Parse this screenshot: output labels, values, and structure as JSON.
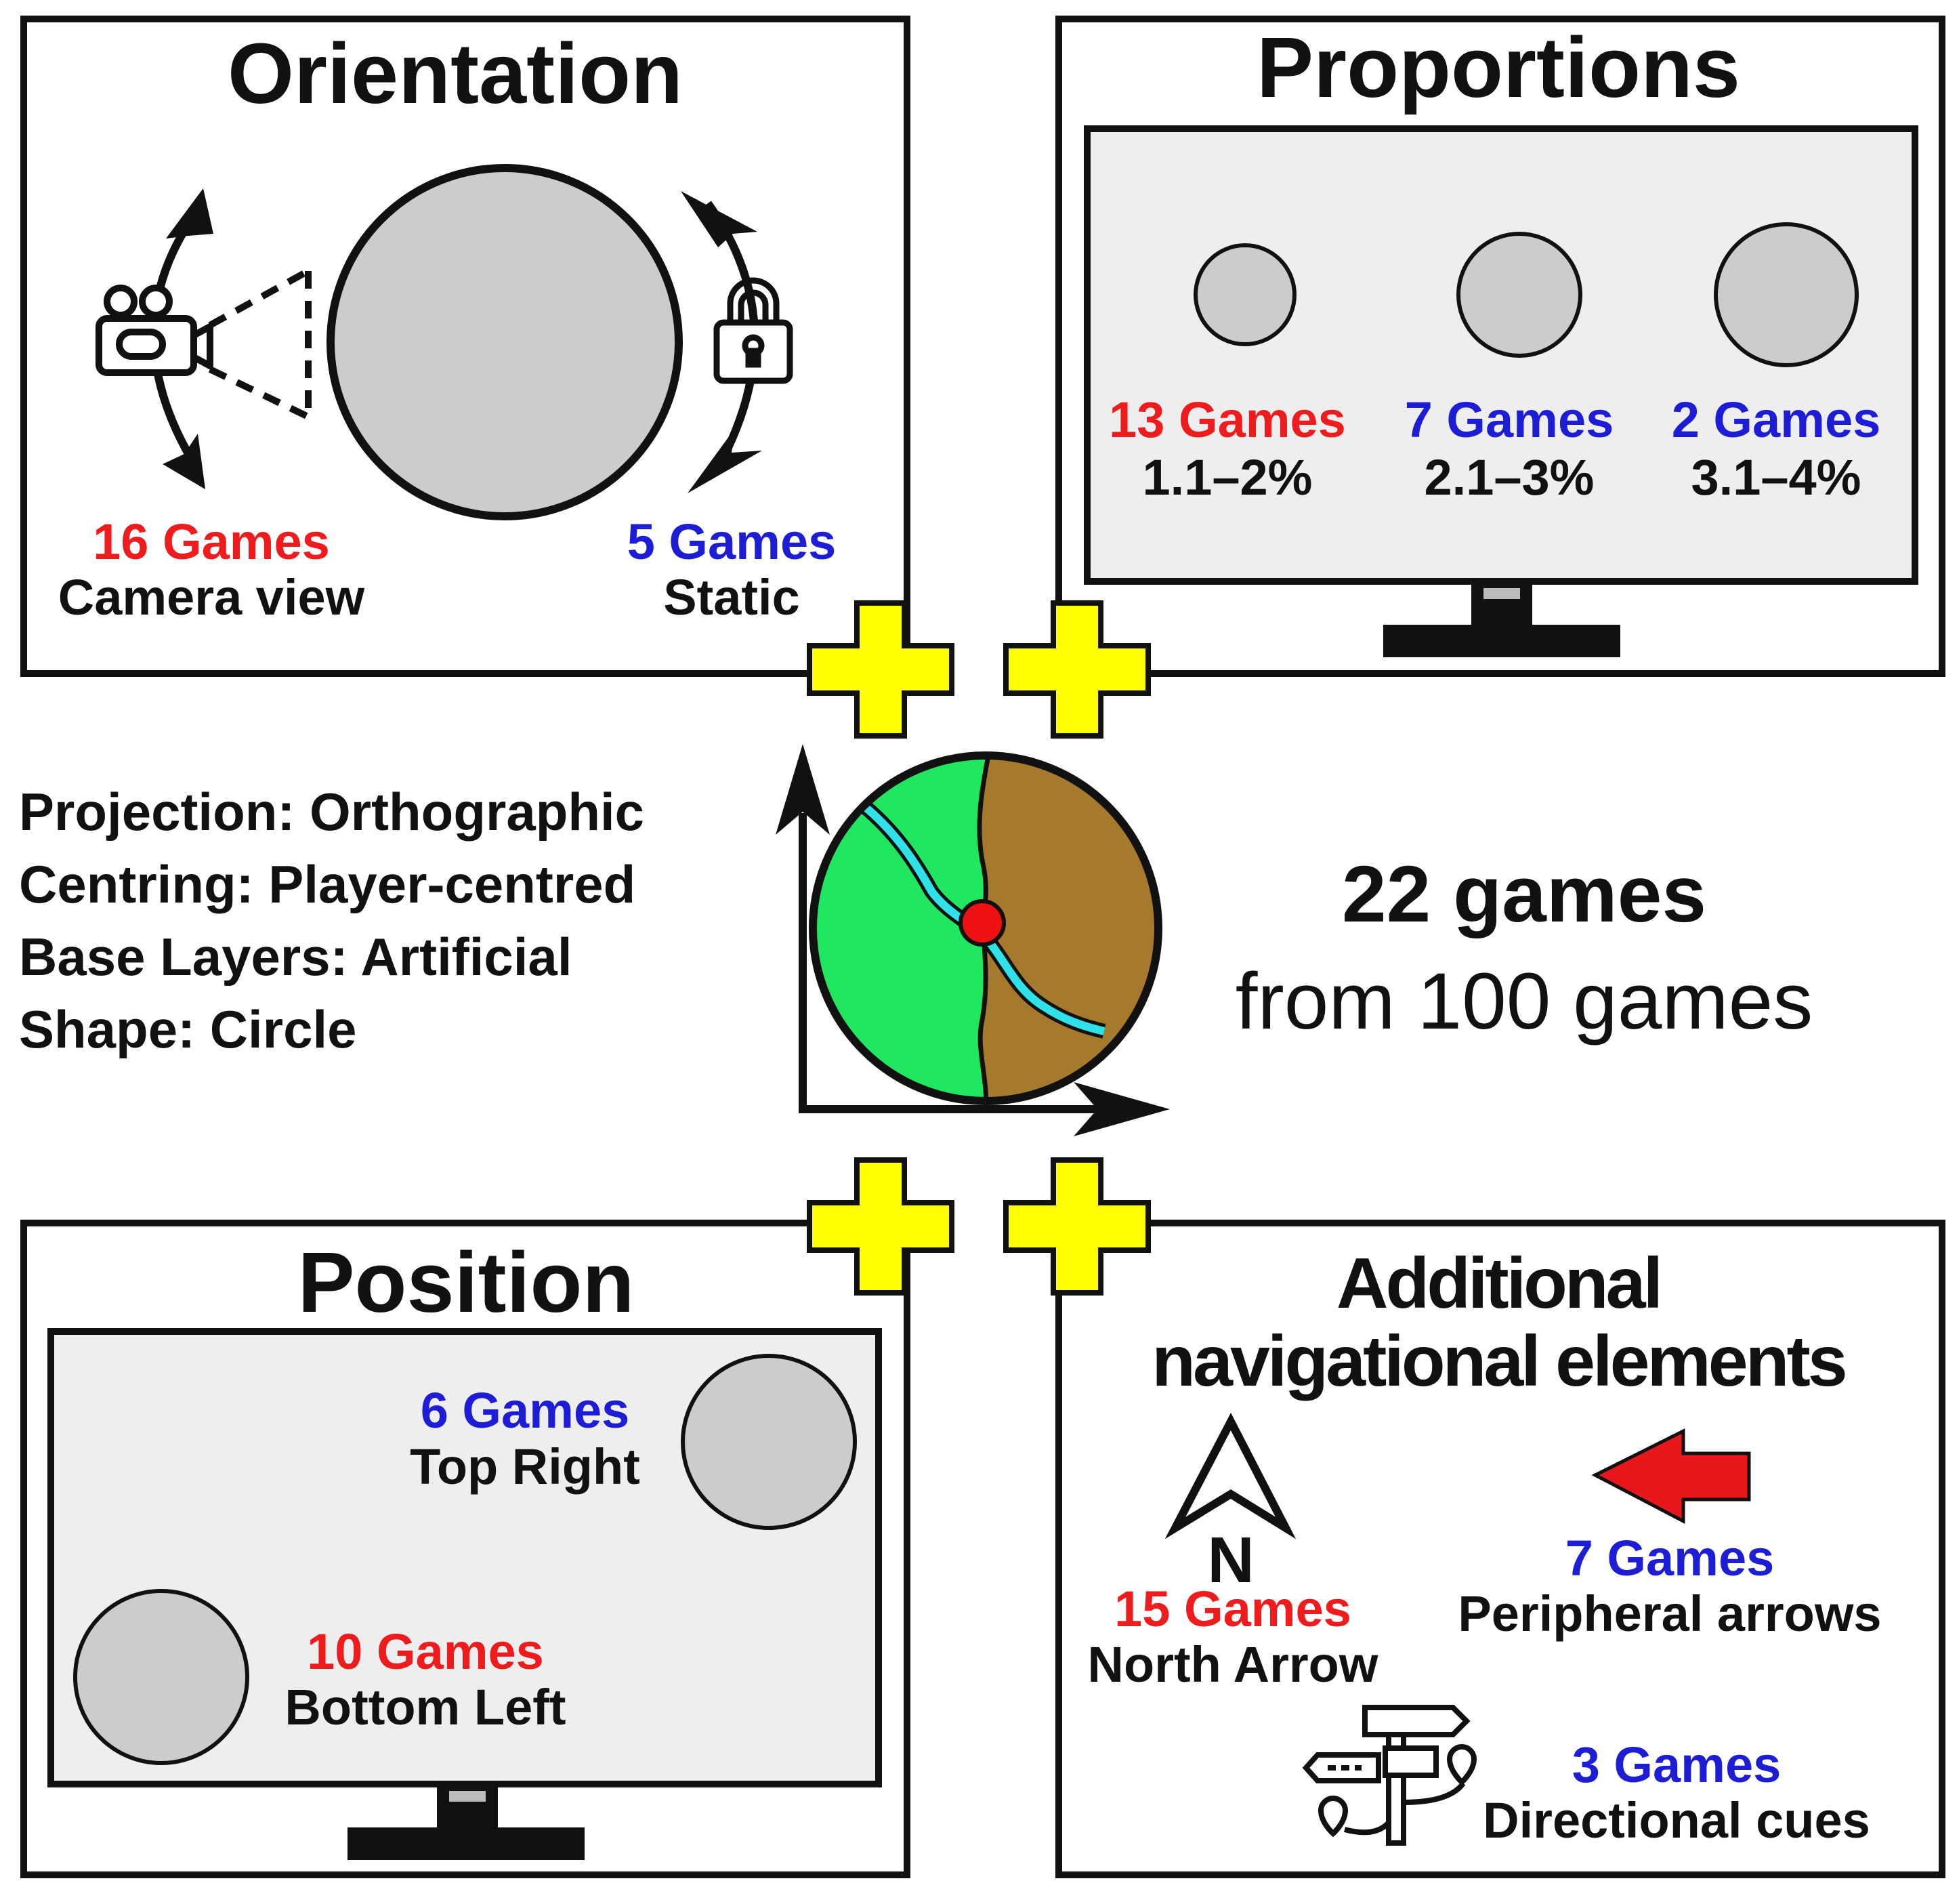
{
  "colors": {
    "red": "#ee1c1c",
    "blue": "#1d1dd6",
    "black": "#111111",
    "yellow": "#ffff00",
    "panel_gray": "#eeeeee",
    "circle_gray": "#cccccc",
    "map_green": "#1fe860",
    "map_brown": "#a67a2c",
    "river": "#2ee2e8"
  },
  "orientation": {
    "title": "Orientation",
    "left": {
      "count": "16 Games",
      "label": "Camera view",
      "icon": "camera-icon"
    },
    "right": {
      "count": "5 Games",
      "label": "Static",
      "icon": "lock-icon"
    }
  },
  "proportions": {
    "title": "Proportions",
    "items": [
      {
        "count": "13 Games",
        "range": "1.1–2%"
      },
      {
        "count": "7 Games",
        "range": "2.1–3%"
      },
      {
        "count": "2 Games",
        "range": "3.1–4%"
      }
    ]
  },
  "center": {
    "properties": [
      "Projection: Orthographic",
      "Centring: Player-centred",
      "Base Layers: Artificial",
      "Shape: Circle"
    ],
    "total": "22 games",
    "subtitle": "from 100 games"
  },
  "position": {
    "title": "Position",
    "top_right": {
      "count": "6 Games",
      "label": "Top Right"
    },
    "bottom_left": {
      "count": "10 Games",
      "label": "Bottom Left"
    }
  },
  "additional": {
    "title_line1": "Additional",
    "title_line2": "navigational elements",
    "north_letter": "N",
    "north": {
      "count": "15 Games",
      "label": "North Arrow",
      "icon": "north-arrow-icon"
    },
    "peripheral": {
      "count": "7 Games",
      "label": "Peripheral arrows",
      "icon": "red-arrow-icon"
    },
    "directional": {
      "count": "3 Games",
      "label": "Directional cues",
      "icon": "signpost-icon"
    }
  }
}
